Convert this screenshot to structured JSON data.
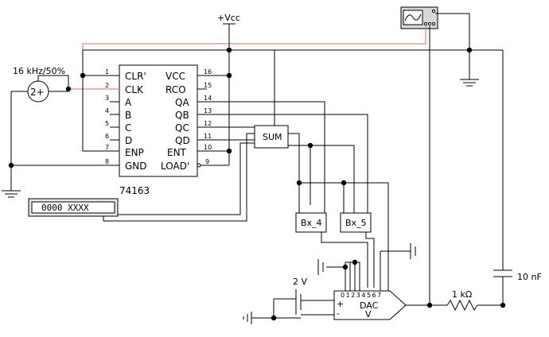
{
  "supply": {
    "vcc_label": "+Vcc"
  },
  "generator": {
    "label": "16 kHz/50%",
    "symbol": "2+"
  },
  "counter": {
    "part": "74163",
    "left_pins": [
      {
        "name": "CLR'",
        "num": "1"
      },
      {
        "name": "CLK",
        "num": "2"
      },
      {
        "name": "A",
        "num": "3"
      },
      {
        "name": "B",
        "num": "4"
      },
      {
        "name": "C",
        "num": "5"
      },
      {
        "name": "D",
        "num": "6"
      },
      {
        "name": "ENP",
        "num": "7"
      },
      {
        "name": "GND",
        "num": "8"
      }
    ],
    "right_pins": [
      {
        "name": "VCC",
        "num": "16"
      },
      {
        "name": "RCO",
        "num": "15"
      },
      {
        "name": "QA",
        "num": "14"
      },
      {
        "name": "QB",
        "num": "13"
      },
      {
        "name": "QC",
        "num": "12"
      },
      {
        "name": "QD",
        "num": "11"
      },
      {
        "name": "ENT",
        "num": "10"
      },
      {
        "name": "LOAD'",
        "num": "9"
      }
    ]
  },
  "sum_block": {
    "label": "SUM"
  },
  "bx4": {
    "label": "Bx_4"
  },
  "bx5": {
    "label": "Bx_5"
  },
  "word_display": {
    "text": "0000 XXXX"
  },
  "dac": {
    "label": "DAC",
    "sub": "V",
    "inputs": "01234567",
    "plus": "+",
    "minus": "-"
  },
  "reference": {
    "label": "2 V"
  },
  "resistor": {
    "label": "1 kΩ"
  },
  "capacitor": {
    "label": "10 nF"
  }
}
